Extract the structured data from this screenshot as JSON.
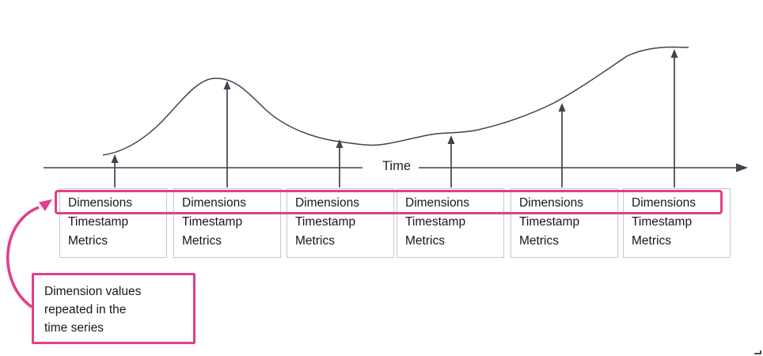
{
  "axis": {
    "label": "Time"
  },
  "records": [
    {
      "dimensions": "Dimensions",
      "timestamp": "Timestamp",
      "metrics": "Metrics"
    },
    {
      "dimensions": "Dimensions",
      "timestamp": "Timestamp",
      "metrics": "Metrics"
    },
    {
      "dimensions": "Dimensions",
      "timestamp": "Timestamp",
      "metrics": "Metrics"
    },
    {
      "dimensions": "Dimensions",
      "timestamp": "Timestamp",
      "metrics": "Metrics"
    },
    {
      "dimensions": "Dimensions",
      "timestamp": "Timestamp",
      "metrics": "Metrics"
    },
    {
      "dimensions": "Dimensions",
      "timestamp": "Timestamp",
      "metrics": "Metrics"
    }
  ],
  "callout": {
    "lines": [
      "Dimension values",
      "repeated in the",
      "time series"
    ]
  },
  "icons": {
    "axis_arrowhead": "right-arrowhead",
    "data_point_arrowheads": "up-arrowhead",
    "callout_arrow": "curved-pink-arrow"
  },
  "colors": {
    "accent_pink": "#e33e88",
    "diagram_line": "#42424e",
    "box_border": "#c6c6ce",
    "text": "#17171c",
    "background": "#ffffff"
  }
}
